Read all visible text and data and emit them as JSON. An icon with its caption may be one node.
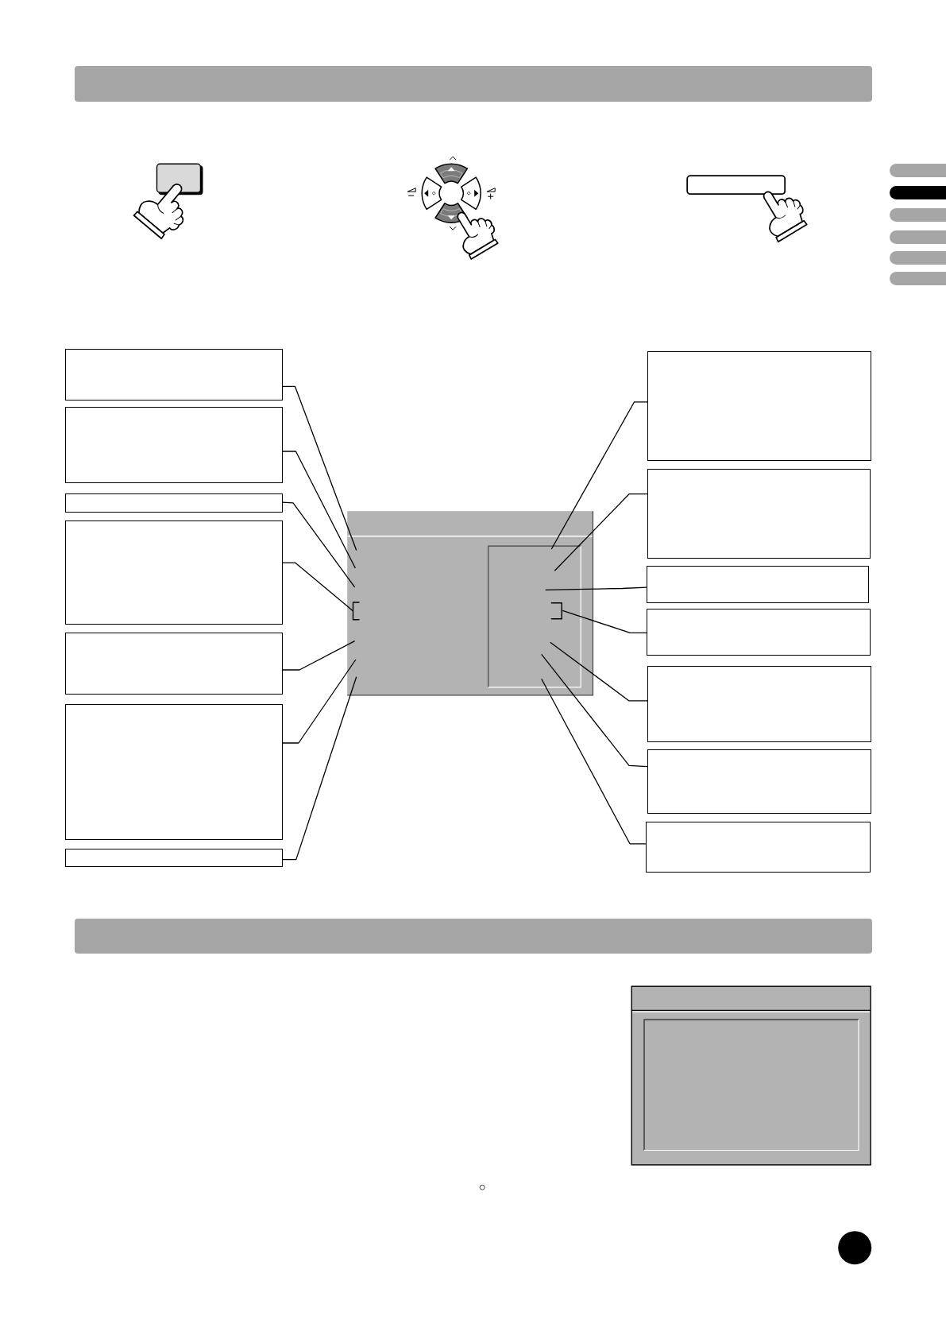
{
  "diagram": {
    "nodes": [
      {
        "text": [],
        "shape": "box"
      },
      {
        "text": [],
        "shape": "box"
      },
      {
        "text": [],
        "shape": "box"
      },
      {
        "text": [],
        "shape": "box"
      },
      {
        "text": [],
        "shape": "box"
      },
      {
        "text": [],
        "shape": "box"
      },
      {
        "text": [],
        "shape": "box"
      },
      {
        "text": [],
        "shape": "box"
      },
      {
        "text": [],
        "shape": "box"
      },
      {
        "text": [],
        "shape": "box"
      },
      {
        "text": [],
        "shape": "box"
      },
      {
        "text": [],
        "shape": "box"
      },
      {
        "text": [],
        "shape": "box"
      },
      {
        "text": [],
        "shape": "box"
      }
    ],
    "edges": [
      {
        "from": 0,
        "to": null,
        "arrow": "none"
      },
      {
        "from": 1,
        "to": null,
        "arrow": "none"
      },
      {
        "from": 2,
        "to": null,
        "arrow": "none"
      },
      {
        "from": 3,
        "to": null,
        "arrow": "none"
      },
      {
        "from": 4,
        "to": null,
        "arrow": "none"
      },
      {
        "from": 5,
        "to": null,
        "arrow": "none"
      },
      {
        "from": 6,
        "to": null,
        "arrow": "none"
      },
      {
        "from": 7,
        "to": null,
        "arrow": "none"
      },
      {
        "from": 8,
        "to": null,
        "arrow": "none"
      },
      {
        "from": 9,
        "to": null,
        "arrow": "none"
      },
      {
        "from": 10,
        "to": null,
        "arrow": "none"
      },
      {
        "from": 11,
        "to": null,
        "arrow": "none"
      },
      {
        "from": 12,
        "to": null,
        "arrow": "none"
      },
      {
        "from": 13,
        "to": null,
        "arrow": "none"
      }
    ]
  }
}
